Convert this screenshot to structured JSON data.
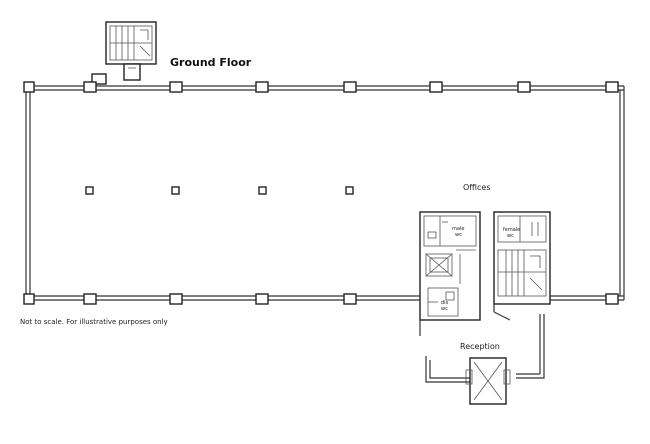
{
  "title": "Ground Floor",
  "rooms": {
    "offices": "Offices",
    "reception": "Reception",
    "male_wc_line1": "male",
    "male_wc_line2": "wc",
    "female_wc_line1": "female",
    "female_wc_line2": "wc",
    "dis_wc_line1": "dis",
    "dis_wc_line2": "wc"
  },
  "note": "Not to scale. For illustrative purposes only"
}
